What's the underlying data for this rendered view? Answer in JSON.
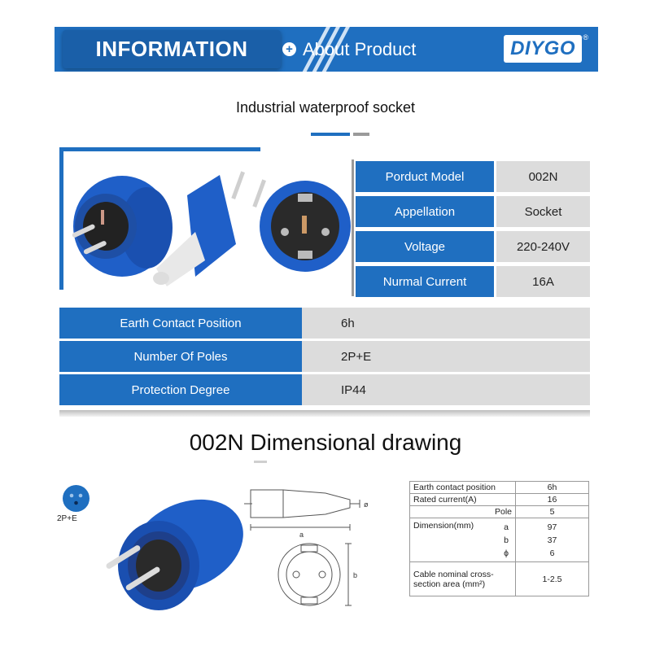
{
  "banner": {
    "tag": "INFORMATION",
    "about": "About Product",
    "logo": "DIYGO",
    "registered": "®",
    "accent": "#1f6fc0"
  },
  "subtitle": "Industrial waterproof socket",
  "spec_rows": [
    {
      "key": "Porduct Model",
      "value": "002N"
    },
    {
      "key": "Appellation",
      "value": "Socket"
    },
    {
      "key": "Voltage",
      "value": "220-240V"
    },
    {
      "key": "Nurmal Current",
      "value": "16A"
    }
  ],
  "wide_rows": [
    {
      "key": "Earth Contact Position",
      "value": "6h"
    },
    {
      "key": "Number Of Poles",
      "value": "2P+E"
    },
    {
      "key": "Protection Degree",
      "value": "IP44"
    }
  ],
  "drawing_title": "002N  Dimensional drawing",
  "pole_label": "2P+E",
  "drawing_labels": {
    "a": "a",
    "b": "b",
    "phi": "ø"
  },
  "dim_table": {
    "earth_label": "Earth contact position",
    "earth_value": "6h",
    "rated_label": "Rated current(A)",
    "rated_value": "16",
    "pole_label": "Pole",
    "pole_value": "5",
    "dimension_label": "Dimension(mm)",
    "a_label": "a",
    "a_value": "97",
    "b_label": "b",
    "b_value": "37",
    "phi_label": "ϕ",
    "phi_value": "6",
    "cable_label": "Cable nominal cross-section area (mm²)",
    "cable_value": "1-2.5"
  }
}
